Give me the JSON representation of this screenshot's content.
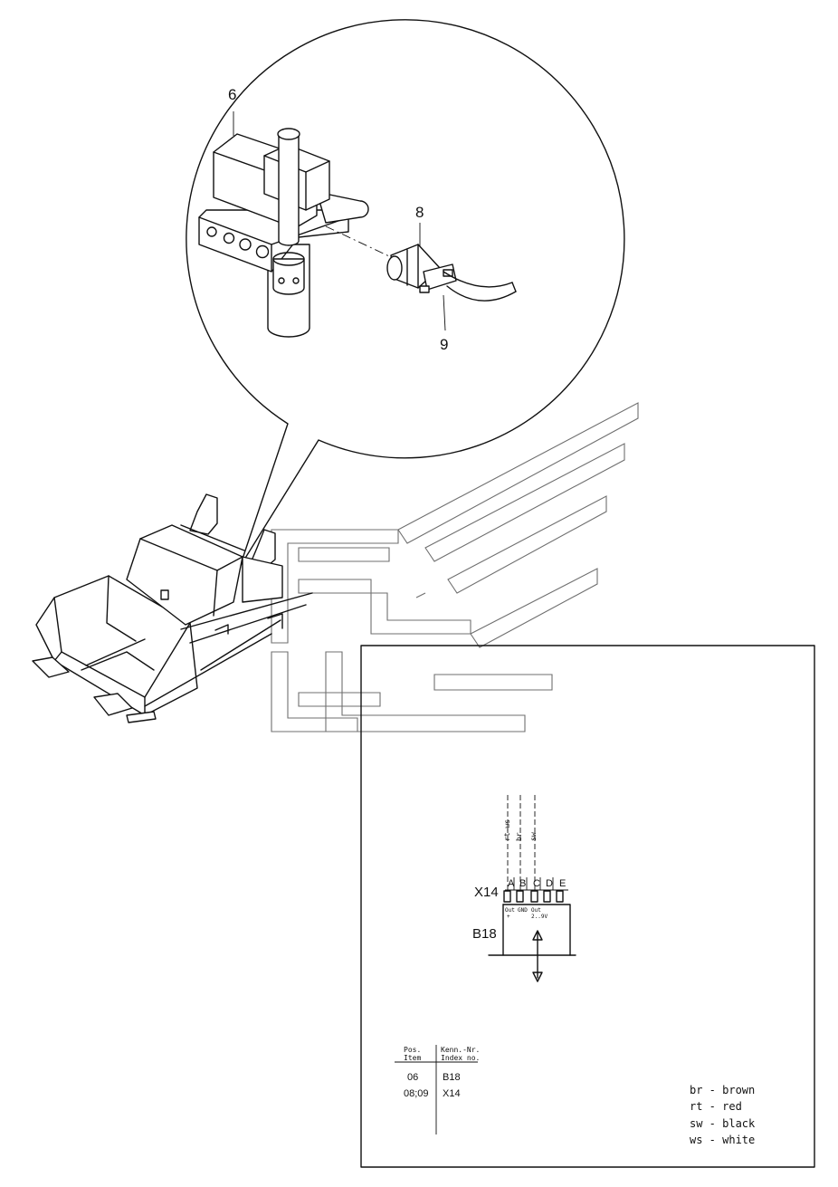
{
  "callouts": {
    "c6": "6",
    "c8": "8",
    "c9": "9"
  },
  "schematic": {
    "connector": "X14",
    "sensor": "B18",
    "wire_labels": [
      "rt-ws",
      "br",
      "sw"
    ],
    "pins": [
      "A",
      "B",
      "C",
      "D",
      "E"
    ],
    "pin_notes": [
      "Out",
      "+",
      "GND",
      "Out",
      "2..9V"
    ]
  },
  "table": {
    "header_pos": [
      "Pos.",
      "Item"
    ],
    "header_kenn": [
      "Kenn.-Nr.",
      "Index no."
    ],
    "rows": [
      {
        "pos": "06",
        "id": "B18"
      },
      {
        "pos": "08;09",
        "id": "X14"
      }
    ]
  },
  "legend": [
    "br - brown",
    "rt - red",
    "sw - black",
    "ws - white"
  ]
}
